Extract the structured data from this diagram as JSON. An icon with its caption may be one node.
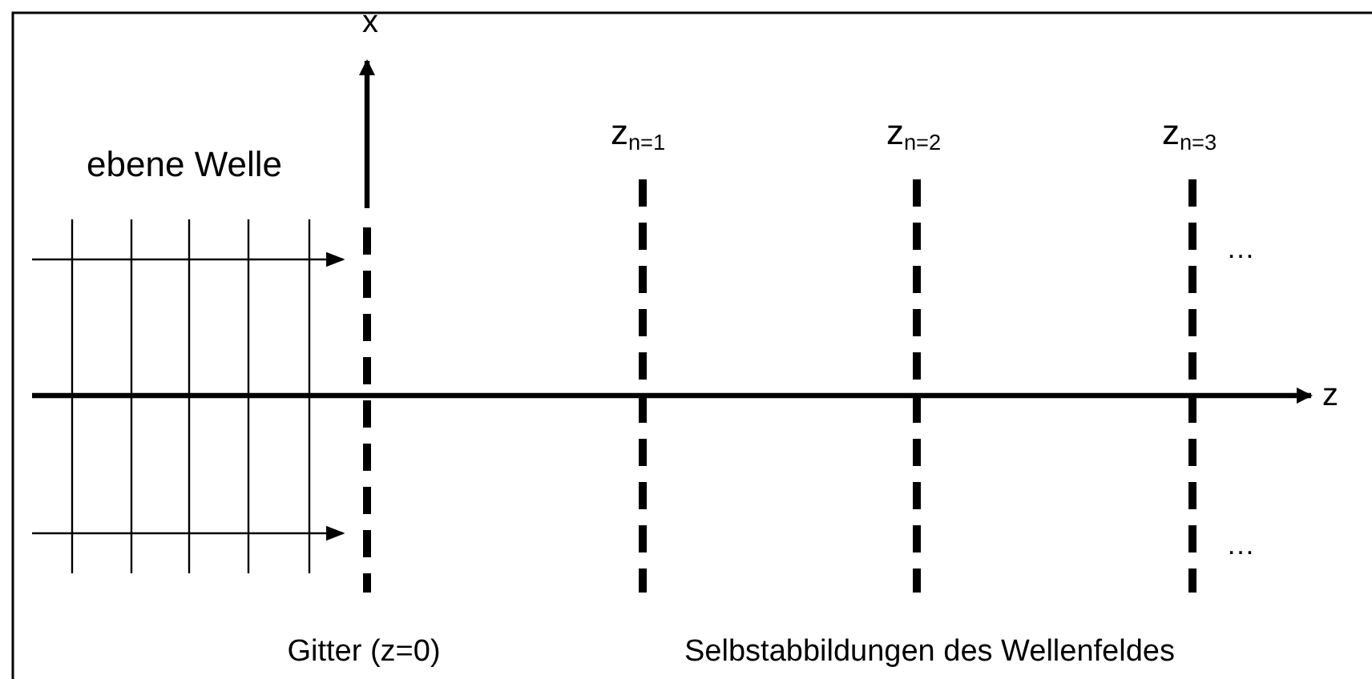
{
  "diagram": {
    "labels": [
      "x",
      "z$_{n=1}$",
      "z$_{n=2}$",
      "z$_{n=3}$",
      "ebene Welle",
      "…",
      "z",
      "…",
      "Gitter (z=0)",
      "Selbstabbildungen des Wellenfeldes"
    ]
  }
}
